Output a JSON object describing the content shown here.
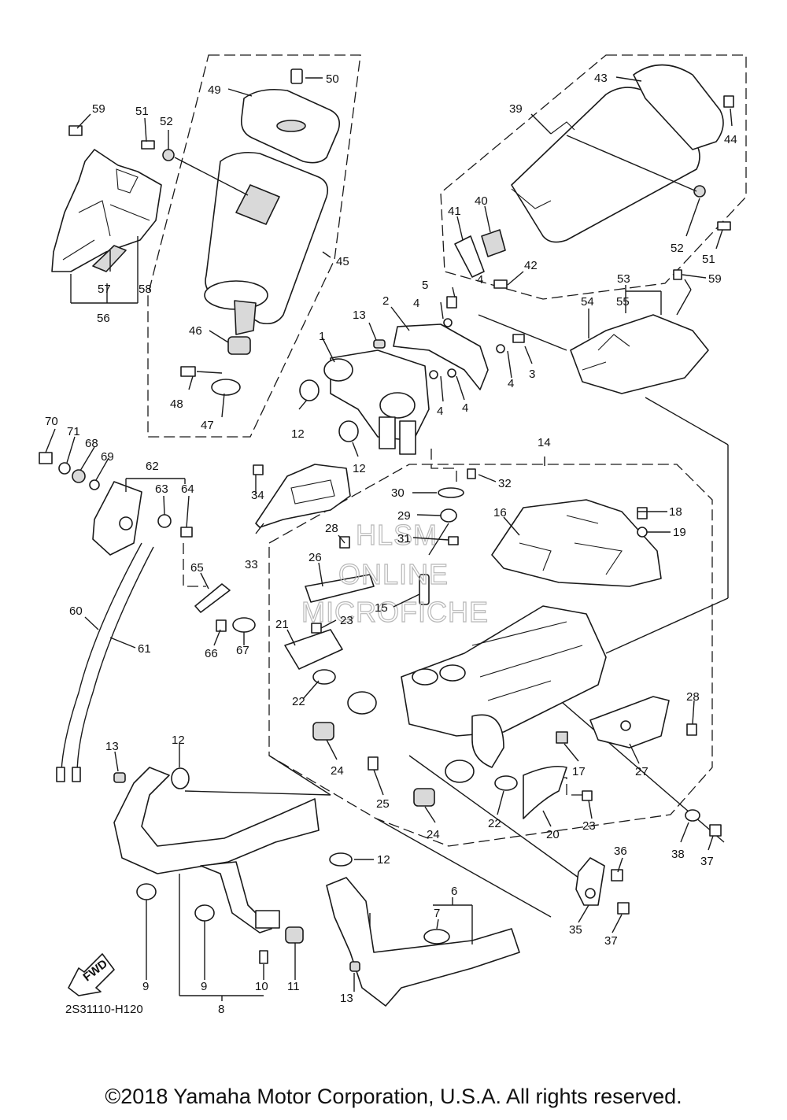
{
  "diagram_code": "2S31110-H120",
  "fwd_badge": "FWD",
  "watermark": [
    "HLSM",
    "ONLINE",
    "MICROFICHE"
  ],
  "copyright": "©2018 Yamaha Motor Corporation, U.S.A. All rights reserved.",
  "callouts": [
    "1",
    "2",
    "3",
    "4",
    "4",
    "4",
    "4",
    "4",
    "5",
    "6",
    "7",
    "8",
    "9",
    "9",
    "10",
    "11",
    "12",
    "12",
    "12",
    "12",
    "13",
    "13",
    "13",
    "14",
    "15",
    "16",
    "17",
    "18",
    "19",
    "20",
    "21",
    "22",
    "22",
    "23",
    "23",
    "24",
    "24",
    "25",
    "26",
    "27",
    "28",
    "28",
    "29",
    "30",
    "31",
    "32",
    "33",
    "34",
    "35",
    "36",
    "37",
    "37",
    "38",
    "39",
    "40",
    "41",
    "42",
    "43",
    "44",
    "45",
    "46",
    "47",
    "48",
    "49",
    "50",
    "51",
    "51",
    "52",
    "52",
    "53",
    "54",
    "55",
    "56",
    "57",
    "58",
    "59",
    "59",
    "60",
    "61",
    "62",
    "63",
    "64",
    "65",
    "66",
    "67",
    "68",
    "69",
    "70",
    "71"
  ]
}
